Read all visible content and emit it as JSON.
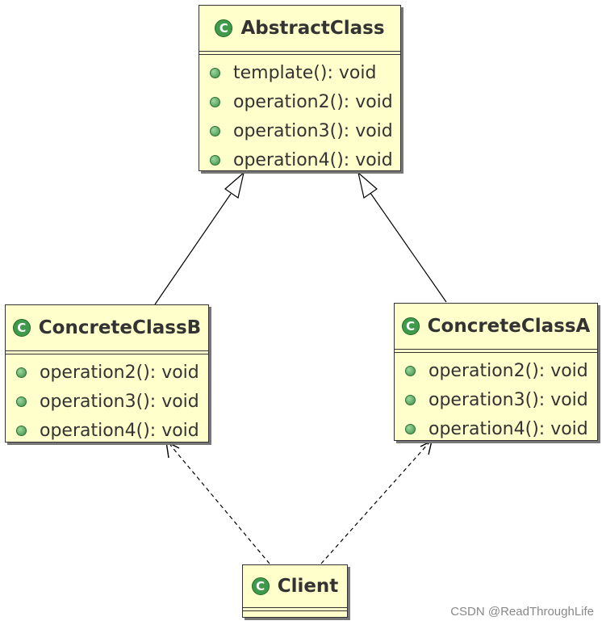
{
  "icon_glyph": "C",
  "classes": {
    "abstract": {
      "name": "AbstractClass",
      "ops": [
        "template(): void",
        "operation2(): void",
        "operation3(): void",
        "operation4(): void"
      ]
    },
    "b": {
      "name": "ConcreteClassB",
      "ops": [
        "operation2(): void",
        "operation3(): void",
        "operation4(): void"
      ]
    },
    "a": {
      "name": "ConcreteClassA",
      "ops": [
        "operation2(): void",
        "operation3(): void",
        "operation4(): void"
      ]
    },
    "client": {
      "name": "Client",
      "ops": []
    }
  },
  "watermark": "CSDN @ReadThroughLife",
  "colors": {
    "box_fill": "#ffffcc",
    "icon_green": "#3f9a4b",
    "line": "#000000"
  }
}
